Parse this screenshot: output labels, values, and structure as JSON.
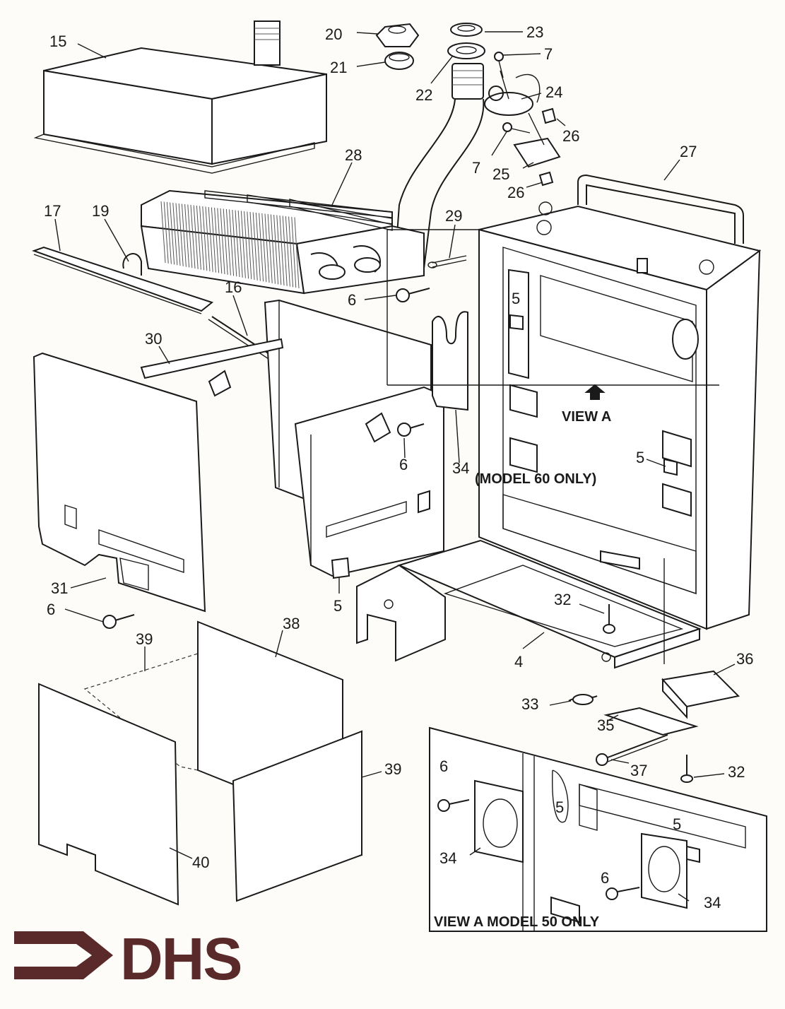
{
  "labels": {
    "p15": "15",
    "p20": "20",
    "p23": "23",
    "p21": "21",
    "p7a": "7",
    "p22": "22",
    "p24": "24",
    "p26a": "26",
    "p7b": "7",
    "p25": "25",
    "p26b": "26",
    "p27": "27",
    "p28": "28",
    "p17": "17",
    "p19": "19",
    "p29": "29",
    "p16": "16",
    "p6a": "6",
    "p5a": "5",
    "p30": "30",
    "p6b": "6",
    "p34a": "34",
    "p5b": "5",
    "p31": "31",
    "p5c": "5",
    "p6c": "6",
    "p32a": "32",
    "p4": "4",
    "p38": "38",
    "p39a": "39",
    "p36": "36",
    "p33": "33",
    "p35": "35",
    "p37": "37",
    "p32b": "32",
    "p39b": "39",
    "p40": "40",
    "p6d": "6",
    "p5d": "5",
    "p5e": "5",
    "p34b": "34",
    "p6e": "6",
    "p34c": "34"
  },
  "captions": {
    "view_a": "VIEW A",
    "model_60": "(MODEL 60 ONLY)",
    "view_a_model_50": "VIEW A MODEL 50 ONLY"
  },
  "logo": {
    "text": "DHS",
    "color": "#5a2a2a"
  },
  "colors": {
    "ink": "#1a1a1a",
    "paper": "#fdfcf8"
  }
}
